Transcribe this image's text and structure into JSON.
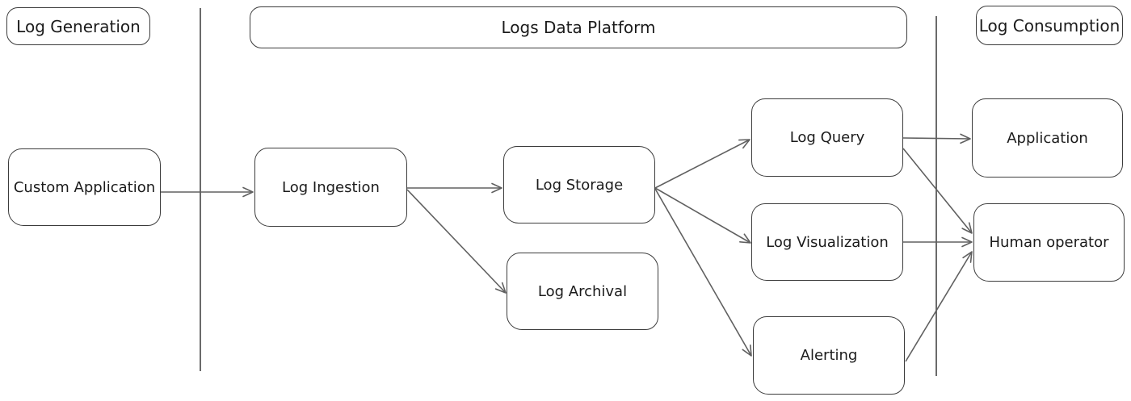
{
  "diagram": {
    "title_sections": [
      {
        "id": "log-generation",
        "label": "Log Generation"
      },
      {
        "id": "logs-data-platform",
        "label": "Logs Data Platform"
      },
      {
        "id": "log-consumption",
        "label": "Log Consumption"
      }
    ],
    "nodes": [
      {
        "id": "custom-application",
        "label": "Custom Application",
        "section": "log-generation"
      },
      {
        "id": "log-ingestion",
        "label": "Log Ingestion",
        "section": "logs-data-platform"
      },
      {
        "id": "log-storage",
        "label": "Log Storage",
        "section": "logs-data-platform"
      },
      {
        "id": "log-archival",
        "label": "Log Archival",
        "section": "logs-data-platform"
      },
      {
        "id": "log-query",
        "label": "Log Query",
        "section": "logs-data-platform"
      },
      {
        "id": "log-visualization",
        "label": "Log Visualization",
        "section": "logs-data-platform"
      },
      {
        "id": "alerting",
        "label": "Alerting",
        "section": "logs-data-platform"
      },
      {
        "id": "application",
        "label": "Application",
        "section": "log-consumption"
      },
      {
        "id": "human-operator",
        "label": "Human operator",
        "section": "log-consumption"
      }
    ],
    "edges": [
      {
        "from": "custom-application",
        "to": "log-ingestion"
      },
      {
        "from": "log-ingestion",
        "to": "log-storage"
      },
      {
        "from": "log-ingestion",
        "to": "log-archival"
      },
      {
        "from": "log-storage",
        "to": "log-query"
      },
      {
        "from": "log-storage",
        "to": "log-visualization"
      },
      {
        "from": "log-storage",
        "to": "alerting"
      },
      {
        "from": "log-query",
        "to": "application"
      },
      {
        "from": "log-query",
        "to": "human-operator"
      },
      {
        "from": "log-visualization",
        "to": "human-operator"
      },
      {
        "from": "alerting",
        "to": "human-operator"
      }
    ],
    "colors": {
      "box_stroke": "#3c3c3c",
      "arrow_stroke": "#606060",
      "divider_stroke": "#5a5a5a",
      "text": "#1b1b1b",
      "background": "#ffffff"
    }
  }
}
